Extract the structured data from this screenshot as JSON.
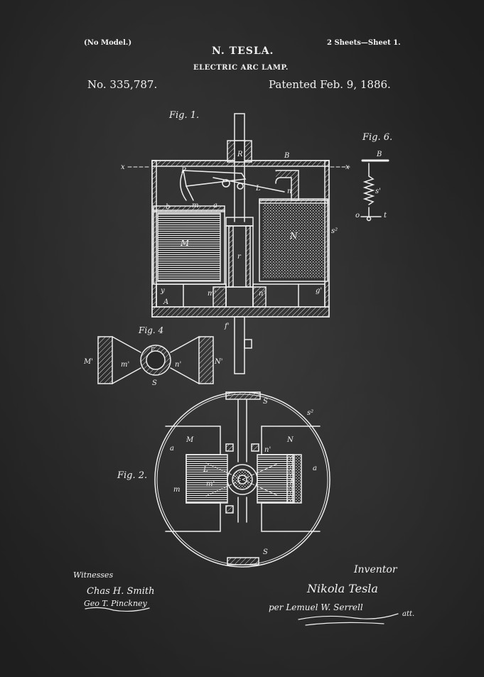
{
  "header": {
    "no_model": "(No Model.)",
    "inventor": "N. TESLA.",
    "sheets": "2 Sheets—Sheet 1.",
    "title": "ELECTRIC ARC LAMP.",
    "patent_number": "No. 335,787.",
    "patent_date": "Patented Feb. 9, 1886."
  },
  "figures": {
    "fig1": "Fig. 1.",
    "fig2": "Fig. 2.",
    "fig4": "Fig. 4",
    "fig6": "Fig. 6."
  },
  "signatures": {
    "witnesses_label": "Witnesses",
    "witness1": "Chas H. Smith",
    "witness2": "Geo T. Pinckney",
    "inventor_label": "Inventor",
    "inventor": "Nikola Tesla",
    "attorney": "per Lemuel W. Serrell",
    "att_suffix": "att."
  },
  "colors": {
    "background": "#2a2a2a",
    "ink": "#f2f2f2"
  }
}
